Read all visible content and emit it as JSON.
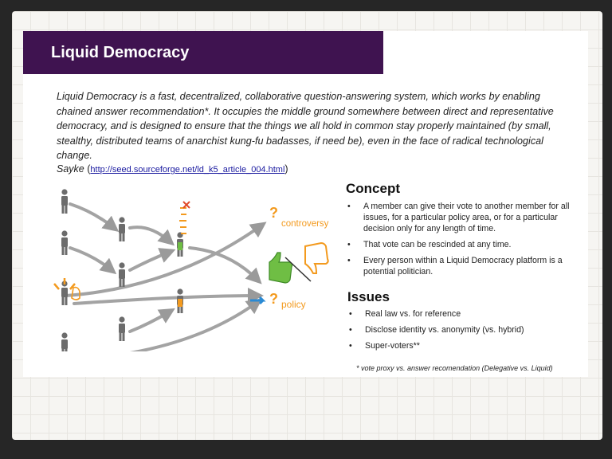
{
  "slide": {
    "title": "Liquid Democracy",
    "quote": "Liquid Democracy is a fast, decentralized, collaborative question-answering system, which works by enabling chained answer recommendation*. It occupies the middle ground somewhere between direct and representative democracy, and is designed to ensure that the things we all hold in common stay properly maintained (by small, stealthy, distributed teams of anarchist kung-fu badasses, if need be), even in the face of radical technological change.",
    "author": "Sayke",
    "link": "http://seed.sourceforge.net/ld_k5_article_004.html",
    "concept": {
      "heading": "Concept",
      "items": [
        "A member can give their vote to another member for all issues, for a particular policy area, or for a particular decision only for any length of time.",
        "That vote can be rescinded at any time.",
        "Every person within a Liquid Democracy platform is a potential politician."
      ]
    },
    "issues": {
      "heading": "Issues",
      "items": [
        "Real law vs. for reference",
        "Disclose identity vs. anonymity (vs. hybrid)",
        "Super-voters**"
      ]
    },
    "footnote": "* vote proxy vs. answer recomendation (Delegative vs. Liquid)",
    "diagram": {
      "label_controversy": "controversy",
      "label_policy": "policy"
    }
  },
  "colors": {
    "title_bar": "#3f1350",
    "accent_orange": "#f39a1e",
    "accent_green": "#6fbe44",
    "accent_blue": "#2a8ad4"
  }
}
